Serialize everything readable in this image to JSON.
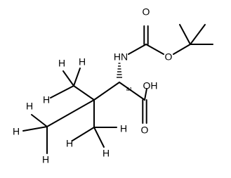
{
  "molecule": {
    "labels": {
      "O_carbamate_double": "O",
      "O_carbamate_ester": "O",
      "N": "HN",
      "O_acid_hydroxyl": "OH",
      "O_acid_double": "O",
      "stereo": "&1",
      "H1": "H",
      "H2": "H",
      "H3": "H",
      "H4": "H",
      "H5": "H",
      "H6": "H",
      "H7": "H",
      "H8": "H",
      "H9": "H"
    }
  }
}
